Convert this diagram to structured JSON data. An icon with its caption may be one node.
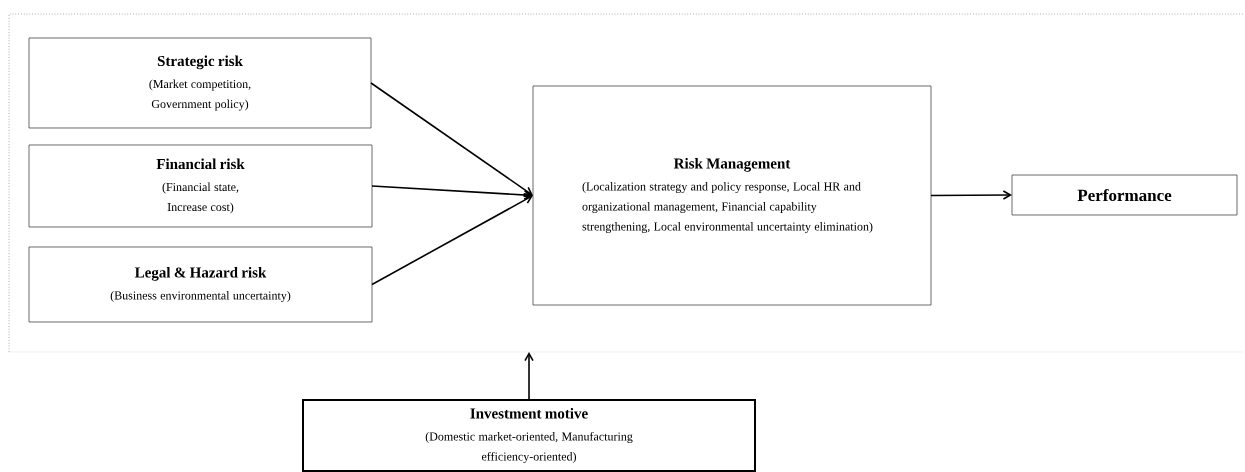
{
  "diagram": {
    "nodes": [
      {
        "text": [],
        "shape": "box"
      },
      {
        "text": [
          "Strategic risk",
          "(Market competition, Government policy)"
        ],
        "in": 0
      },
      {
        "text": [
          "Financial risk",
          "(Financial state, Increase cost)"
        ],
        "in": 0
      },
      {
        "text": [
          "Legal & Hazard risk",
          "(Business environmental uncertainty)"
        ],
        "in": 0
      },
      {
        "text": [
          "Risk Management",
          "(Localization strategy and policy response, Local HR and organizational management, Financial capability strengthening, Local environmental uncertainty elimination)"
        ],
        "in": 0
      },
      {
        "text": [
          "Performance"
        ],
        "in": 0
      },
      {
        "text": [
          "Investment motive",
          "(Domestic market-oriented, Manufacturing efficiency-oriented)"
        ]
      }
    ],
    "edges": [
      {
        "from": 1,
        "to": 4,
        "arrow": "to"
      },
      {
        "from": 2,
        "to": 4,
        "arrow": "to"
      },
      {
        "from": 3,
        "to": 4,
        "arrow": "to"
      },
      {
        "from": 4,
        "to": 5,
        "arrow": "to"
      },
      {
        "from": 6,
        "to": 0,
        "arrow": "to"
      }
    ]
  }
}
